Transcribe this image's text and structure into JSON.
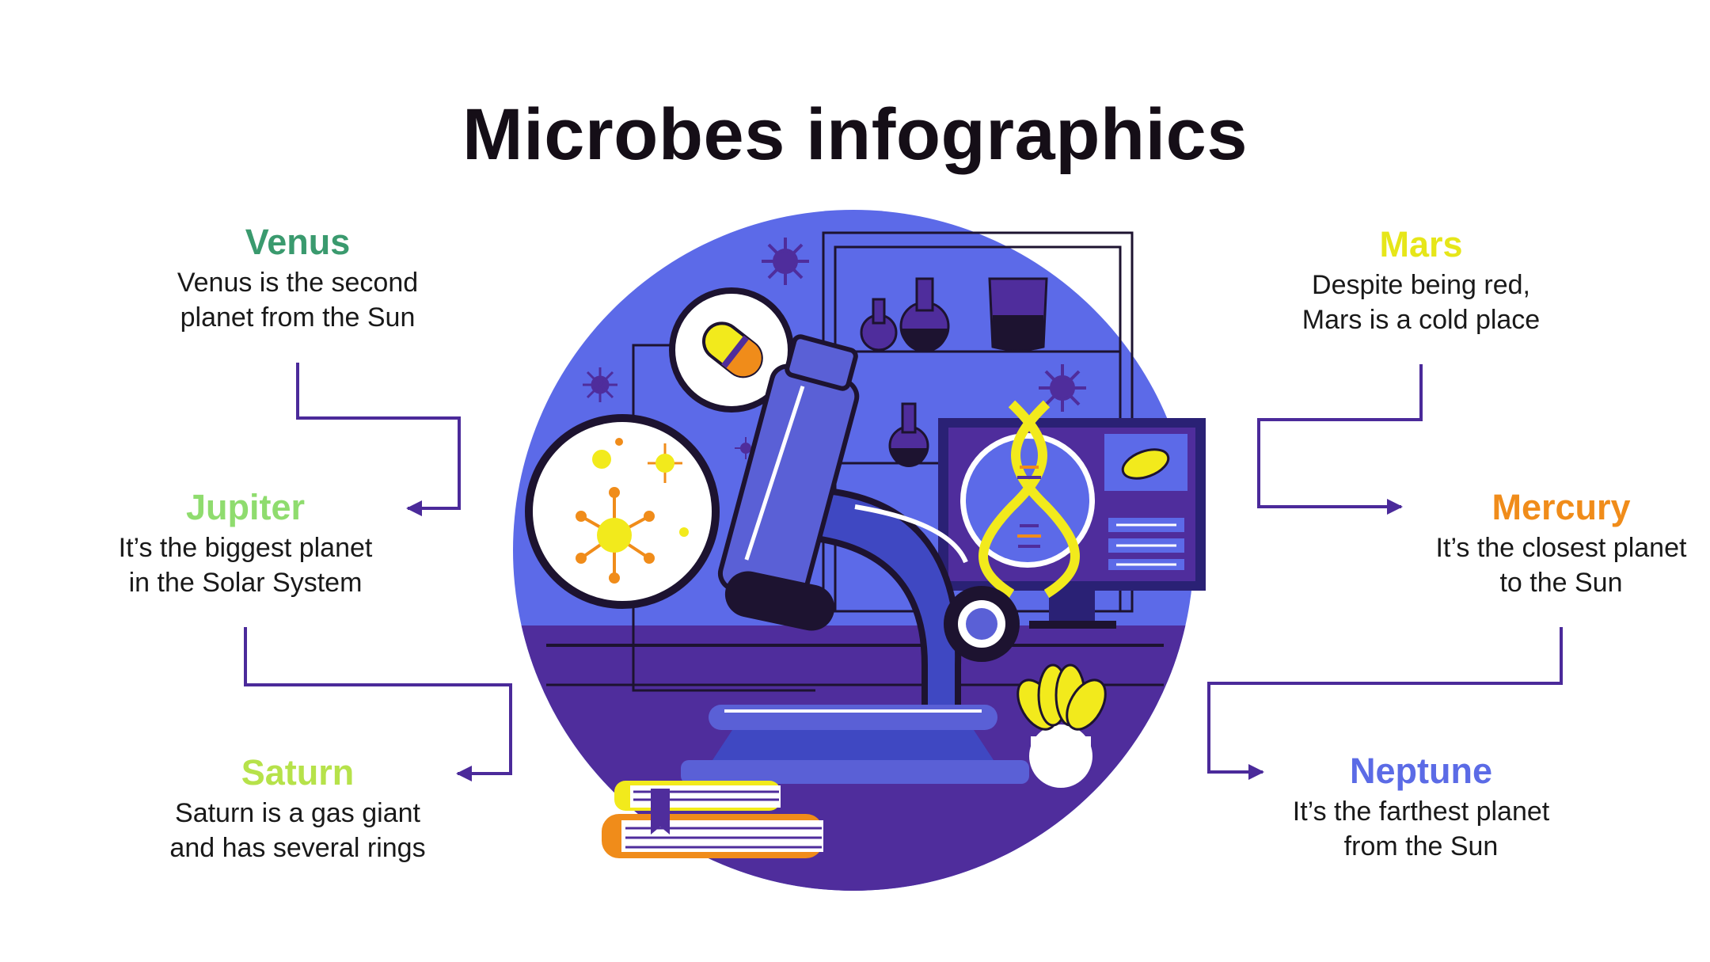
{
  "title": "Microbes infographics",
  "items": {
    "venus": {
      "title": "Venus",
      "color": "#3a9a6e",
      "desc_1": "Venus is the second",
      "desc_2": "planet from the Sun"
    },
    "jupiter": {
      "title": "Jupiter",
      "color": "#8fdc6e",
      "desc_1": "It’s the biggest planet",
      "desc_2": "in the Solar System"
    },
    "saturn": {
      "title": "Saturn",
      "color": "#b6e24a",
      "desc_1": "Saturn is a gas giant",
      "desc_2": "and has several rings"
    },
    "mars": {
      "title": "Mars",
      "color": "#e6e619",
      "desc_1": "Despite being red,",
      "desc_2": "Mars is a cold place"
    },
    "mercury": {
      "title": "Mercury",
      "color": "#f08c1a",
      "desc_1": "It’s the closest planet",
      "desc_2": "to the Sun"
    },
    "neptune": {
      "title": "Neptune",
      "color": "#5b6be6",
      "desc_1": "It’s the farthest planet",
      "desc_2": "from the Sun"
    }
  },
  "colors": {
    "connector": "#4b2a9a",
    "circle_bg": "#5c6ae8",
    "floor": "#4f2d9c",
    "microscope": "#5a60d6",
    "accent_yellow": "#f2ea1c",
    "accent_orange": "#f08c1a"
  }
}
